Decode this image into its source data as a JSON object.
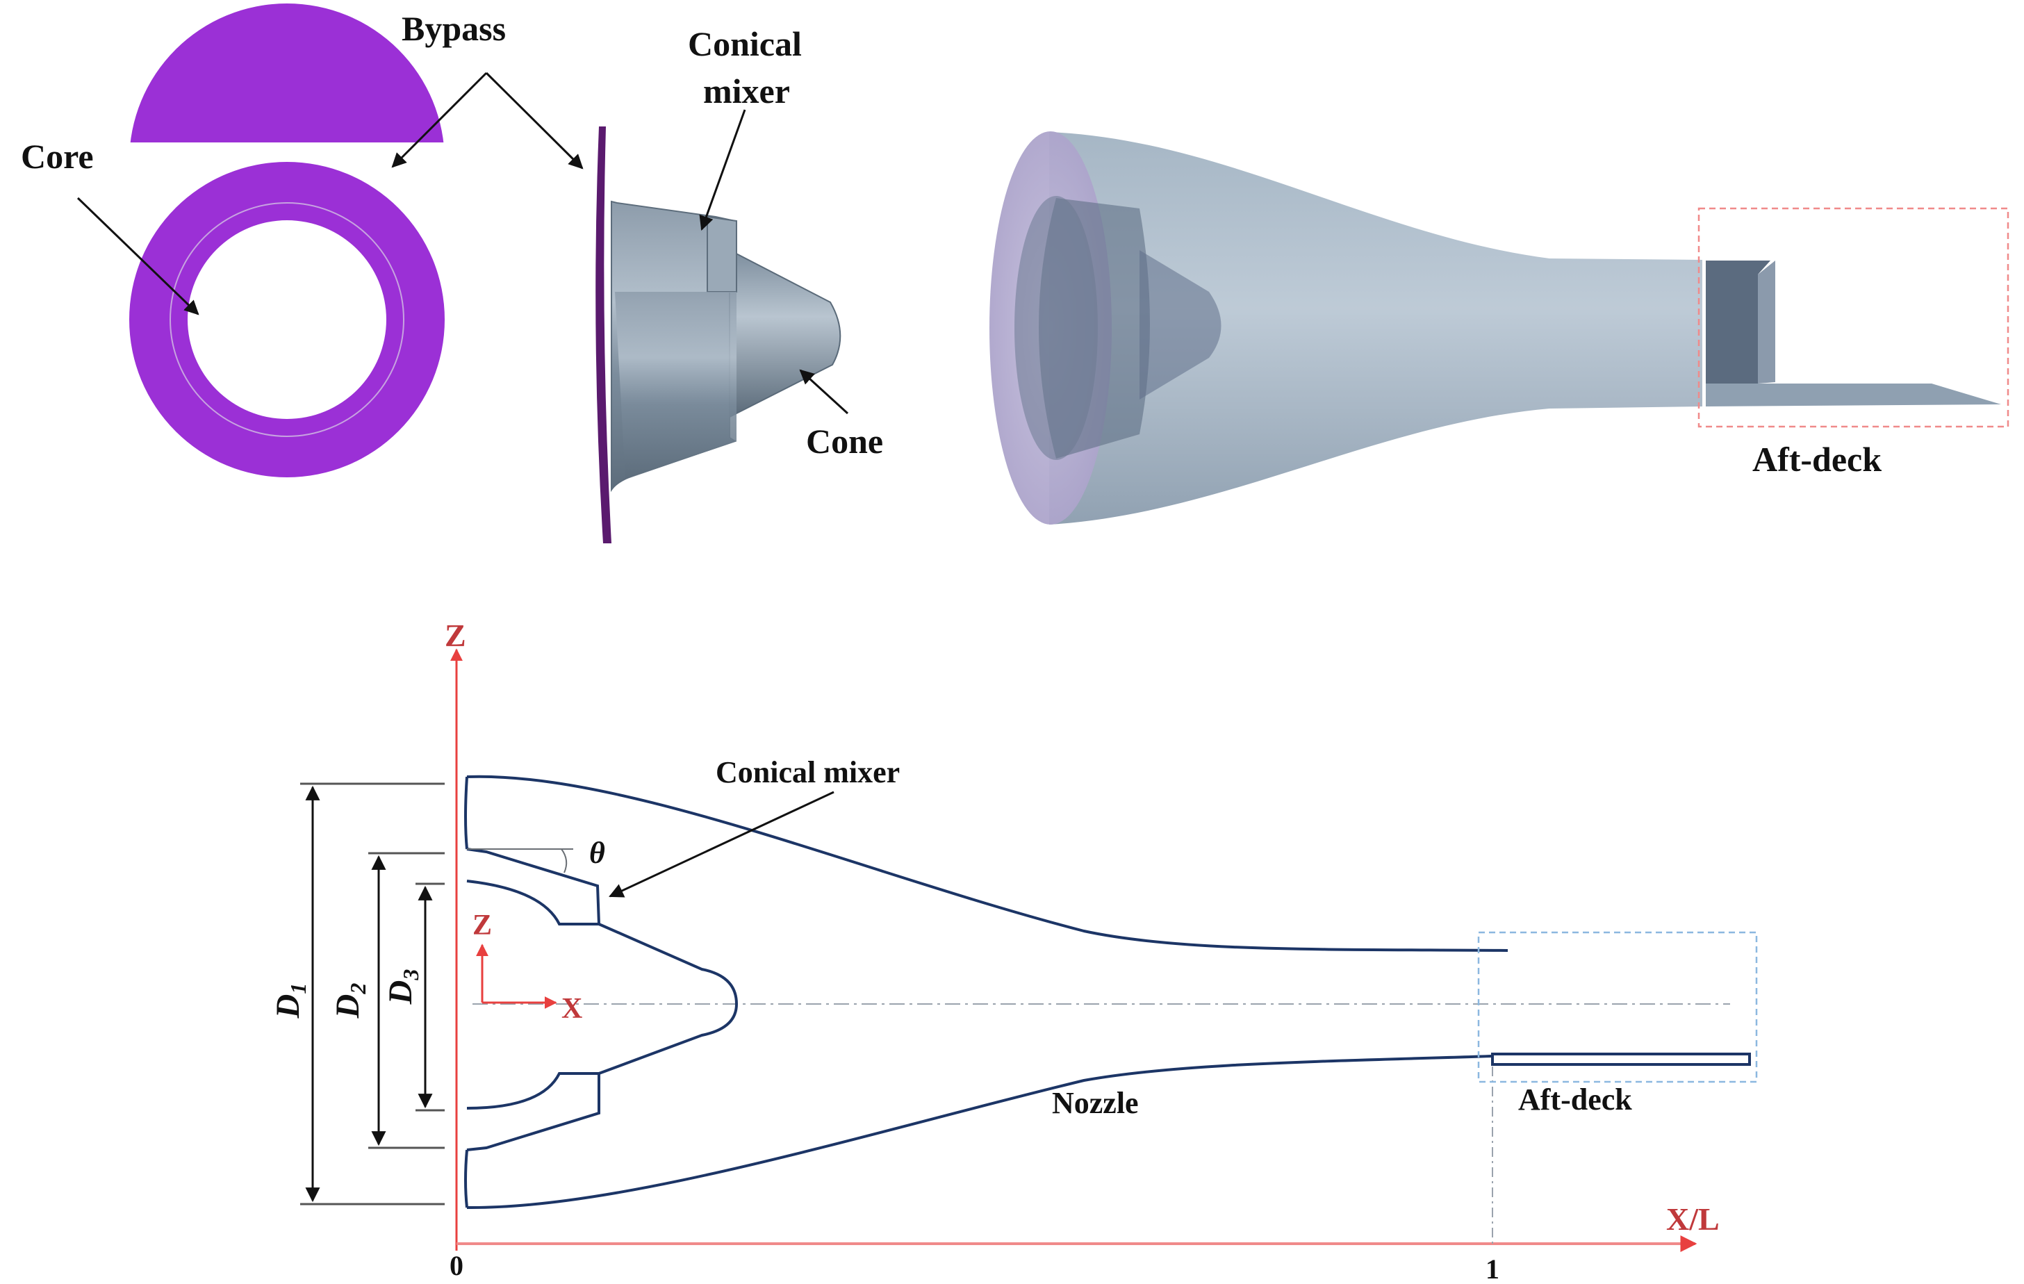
{
  "top_labels": {
    "core": "Core",
    "bypass": "Bypass",
    "conical_mixer_line1": "Conical",
    "conical_mixer_line2": "mixer",
    "cone": "Cone",
    "aft_deck": "Aft-deck"
  },
  "bottom_labels": {
    "axis_z": "Z",
    "axis_xl": "X/L",
    "tick_0": "0",
    "tick_1": "1",
    "local_z": "Z",
    "local_x": "X",
    "conical_mixer": "Conical mixer",
    "theta": "θ",
    "d1": "D",
    "d1_sub": "1",
    "d2": "D",
    "d2_sub": "2",
    "d3": "D",
    "d3_sub": "3",
    "nozzle": "Nozzle",
    "aft_deck": "Aft-deck"
  },
  "colors": {
    "ring": "#9b30d6",
    "metal": "#6f8191",
    "shell": "#a7b7c6",
    "profile": "#1c3566",
    "axis": "#e8403f",
    "aft_box_top": "#f08a8a",
    "aft_box_bottom": "#8cb8e0"
  }
}
